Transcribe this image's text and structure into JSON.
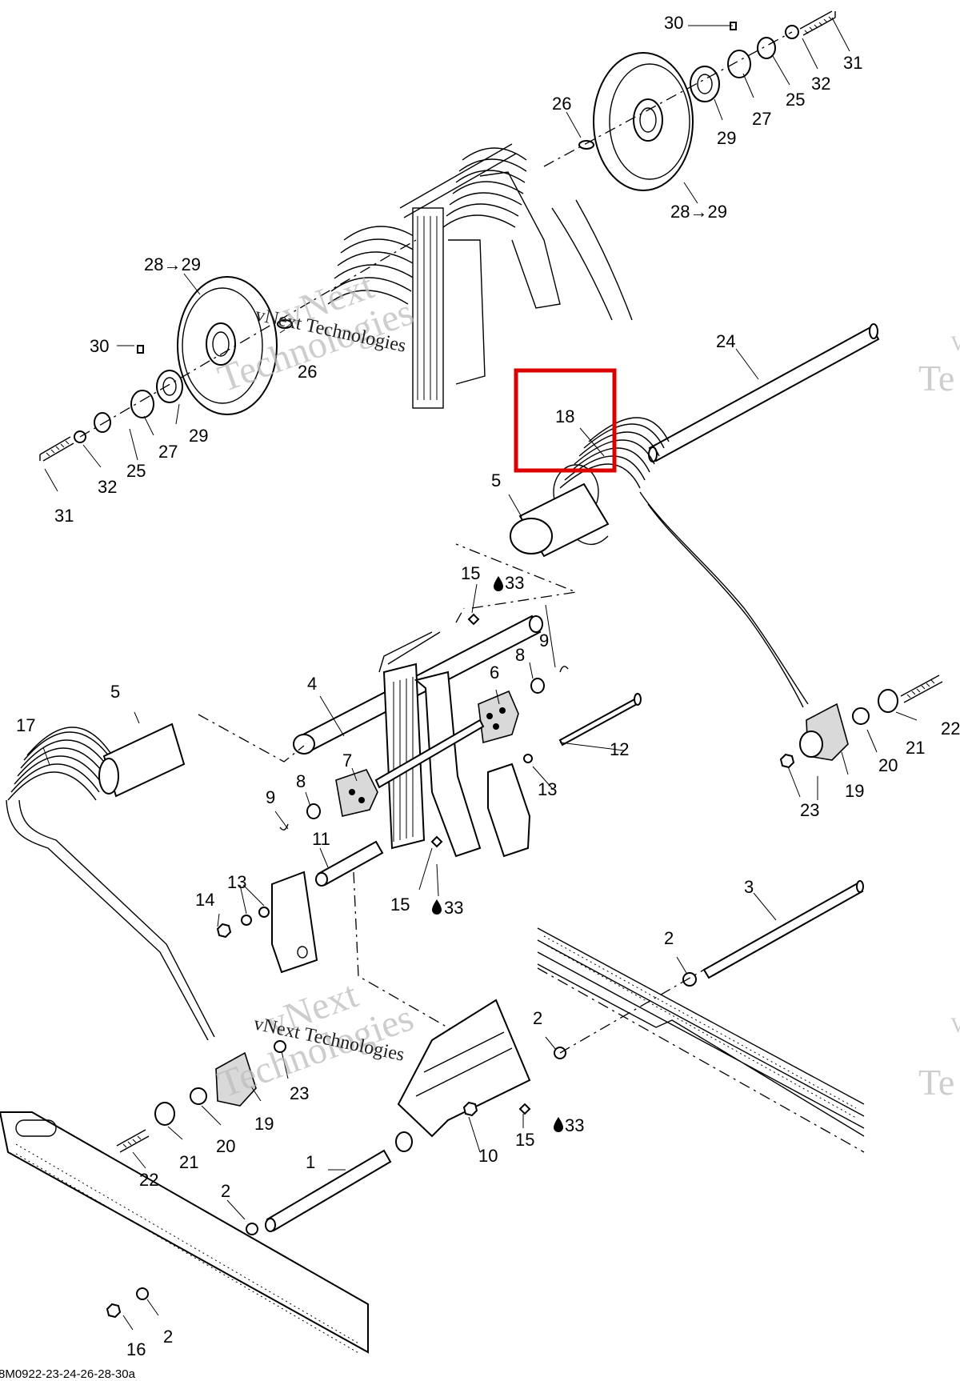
{
  "labels": [
    {
      "id": "30a",
      "text": "30"
    },
    {
      "id": "31a",
      "text": "31"
    },
    {
      "id": "32a",
      "text": "32"
    },
    {
      "id": "25a",
      "text": "25"
    },
    {
      "id": "27a",
      "text": "27"
    },
    {
      "id": "29a",
      "text": "29"
    },
    {
      "id": "26a",
      "text": "26"
    },
    {
      "id": "2829a",
      "text": "28→29"
    },
    {
      "id": "2829b",
      "text": "28→29"
    },
    {
      "id": "30b",
      "text": "30"
    },
    {
      "id": "26b",
      "text": "26"
    },
    {
      "id": "29b",
      "text": "29"
    },
    {
      "id": "27b",
      "text": "27"
    },
    {
      "id": "25b",
      "text": "25"
    },
    {
      "id": "32b",
      "text": "32"
    },
    {
      "id": "31b",
      "text": "31"
    },
    {
      "id": "24",
      "text": "24"
    },
    {
      "id": "18",
      "text": "18"
    },
    {
      "id": "5a",
      "text": "5"
    },
    {
      "id": "15a",
      "text": "15"
    },
    {
      "id": "33a",
      "text": "33"
    },
    {
      "id": "9a",
      "text": "9"
    },
    {
      "id": "8a",
      "text": "8"
    },
    {
      "id": "6",
      "text": "6"
    },
    {
      "id": "4",
      "text": "4"
    },
    {
      "id": "5b",
      "text": "5"
    },
    {
      "id": "17",
      "text": "17"
    },
    {
      "id": "12",
      "text": "12"
    },
    {
      "id": "7",
      "text": "7"
    },
    {
      "id": "8b",
      "text": "8"
    },
    {
      "id": "9b",
      "text": "9"
    },
    {
      "id": "13a",
      "text": "13"
    },
    {
      "id": "11",
      "text": "11"
    },
    {
      "id": "15b",
      "text": "15"
    },
    {
      "id": "33b",
      "text": "33"
    },
    {
      "id": "14",
      "text": "14"
    },
    {
      "id": "13b",
      "text": "13"
    },
    {
      "id": "21a",
      "text": "21"
    },
    {
      "id": "22a",
      "text": "22"
    },
    {
      "id": "20a",
      "text": "20"
    },
    {
      "id": "19a",
      "text": "19"
    },
    {
      "id": "23a",
      "text": "23"
    },
    {
      "id": "3",
      "text": "3"
    },
    {
      "id": "2a",
      "text": "2"
    },
    {
      "id": "2b",
      "text": "2"
    },
    {
      "id": "23b",
      "text": "23"
    },
    {
      "id": "19b",
      "text": "19"
    },
    {
      "id": "20b",
      "text": "20"
    },
    {
      "id": "21b",
      "text": "21"
    },
    {
      "id": "22b",
      "text": "22"
    },
    {
      "id": "1",
      "text": "1"
    },
    {
      "id": "10",
      "text": "10"
    },
    {
      "id": "15c",
      "text": "15"
    },
    {
      "id": "33c",
      "text": "33"
    },
    {
      "id": "2c",
      "text": "2"
    },
    {
      "id": "2d",
      "text": "2"
    },
    {
      "id": "16",
      "text": "16"
    }
  ],
  "watermark": {
    "line1": "vNext",
    "line2": "Technologies",
    "inline": "vNext Technologies",
    "edge_partial_1": "V",
    "edge_partial_2": "Te"
  },
  "footer_code": "8M0922-23-24-26-28-30a",
  "highlight": {
    "label": "18",
    "color": "#dd0000"
  },
  "colors": {
    "ink": "#000000",
    "highlight": "#dd0000",
    "watermark": "#bdbdbd"
  }
}
